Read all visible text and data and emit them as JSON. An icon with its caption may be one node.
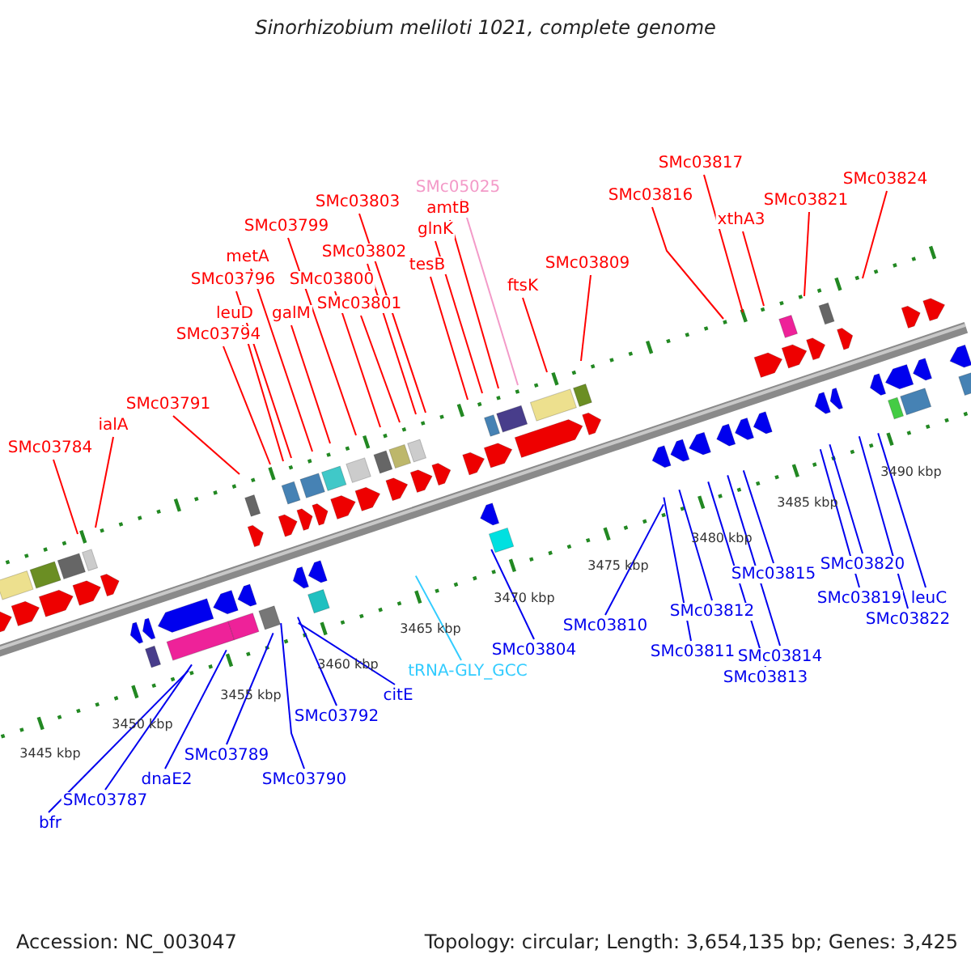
{
  "diagram": {
    "title": "Sinorhizobium meliloti 1021, complete genome",
    "nodes": [
      {
        "text": [
          "SMc03784"
        ]
      },
      {
        "text": [
          "ialA"
        ]
      },
      {
        "text": [
          "SMc03791"
        ]
      },
      {
        "text": [
          "SMc03794"
        ]
      },
      {
        "text": [
          "leuD"
        ]
      },
      {
        "text": [
          "SMc03796"
        ]
      },
      {
        "text": [
          "metA"
        ]
      },
      {
        "text": [
          "galM"
        ]
      },
      {
        "text": [
          "SMc03799"
        ]
      },
      {
        "text": [
          "SMc03800"
        ]
      },
      {
        "text": [
          "SMc03801"
        ]
      },
      {
        "text": [
          "SMc03802"
        ]
      },
      {
        "text": [
          "SMc03803"
        ]
      },
      {
        "text": [
          "tesB"
        ]
      },
      {
        "text": [
          "glnK"
        ]
      },
      {
        "text": [
          "amtB"
        ]
      },
      {
        "text": [
          "SMc05025"
        ]
      },
      {
        "text": [
          "ftsK"
        ]
      },
      {
        "text": [
          "SMc03809"
        ]
      },
      {
        "text": [
          "SMc03816"
        ]
      },
      {
        "text": [
          "SMc03817"
        ]
      },
      {
        "text": [
          "xthA3"
        ]
      },
      {
        "text": [
          "SMc03821"
        ]
      },
      {
        "text": [
          "SMc03824"
        ]
      },
      {
        "text": [
          "bfr"
        ]
      },
      {
        "text": [
          "SMc03787"
        ]
      },
      {
        "text": [
          "dnaE2"
        ]
      },
      {
        "text": [
          "SMc03789"
        ]
      },
      {
        "text": [
          "SMc03790"
        ]
      },
      {
        "text": [
          "SMc03792"
        ]
      },
      {
        "text": [
          "citE"
        ]
      },
      {
        "text": [
          "tRNA-GLY_GCC"
        ]
      },
      {
        "text": [
          "SMc03804"
        ]
      },
      {
        "text": [
          "SMc03810"
        ]
      },
      {
        "text": [
          "SMc03811"
        ]
      },
      {
        "text": [
          "SMc03812"
        ]
      },
      {
        "text": [
          "SMc03813"
        ]
      },
      {
        "text": [
          "SMc03814"
        ]
      },
      {
        "text": [
          "SMc03815"
        ]
      },
      {
        "text": [
          "SMc03820"
        ]
      },
      {
        "text": [
          "SMc03819"
        ]
      },
      {
        "text": [
          "leuC"
        ]
      },
      {
        "text": [
          "SMc03822"
        ]
      }
    ],
    "edges": [
      {
        "from": 0,
        "to": null,
        "arrow": "none"
      },
      {
        "from": 1,
        "to": null,
        "arrow": "none"
      },
      {
        "from": 2,
        "to": null,
        "arrow": "none"
      },
      {
        "from": 3,
        "to": null,
        "arrow": "none"
      },
      {
        "from": 4,
        "to": null,
        "arrow": "none"
      },
      {
        "from": 5,
        "to": null,
        "arrow": "none"
      },
      {
        "from": 6,
        "to": null,
        "arrow": "none"
      },
      {
        "from": 7,
        "to": null,
        "arrow": "none"
      },
      {
        "from": 8,
        "to": null,
        "arrow": "none"
      },
      {
        "from": 9,
        "to": null,
        "arrow": "none"
      },
      {
        "from": 10,
        "to": null,
        "arrow": "none"
      },
      {
        "from": 11,
        "to": null,
        "arrow": "none"
      },
      {
        "from": 12,
        "to": null,
        "arrow": "none"
      },
      {
        "from": 13,
        "to": null,
        "arrow": "none"
      },
      {
        "from": 14,
        "to": null,
        "arrow": "none"
      },
      {
        "from": 15,
        "to": null,
        "arrow": "none"
      },
      {
        "from": 16,
        "to": null,
        "arrow": "none",
        "color": "#f39ac8"
      },
      {
        "from": 17,
        "to": null,
        "arrow": "none"
      },
      {
        "from": 18,
        "to": null,
        "arrow": "none"
      },
      {
        "from": 19,
        "to": null,
        "arrow": "none"
      },
      {
        "from": 20,
        "to": null,
        "arrow": "none"
      },
      {
        "from": 21,
        "to": null,
        "arrow": "none"
      },
      {
        "from": 22,
        "to": null,
        "arrow": "none"
      },
      {
        "from": 23,
        "to": null,
        "arrow": "none"
      },
      {
        "from": 24,
        "to": null,
        "arrow": "none",
        "color": "#0000ee"
      },
      {
        "from": 25,
        "to": null,
        "arrow": "none",
        "color": "#0000ee"
      },
      {
        "from": 26,
        "to": null,
        "arrow": "none",
        "color": "#0000ee"
      },
      {
        "from": 27,
        "to": null,
        "arrow": "none",
        "color": "#0000ee"
      },
      {
        "from": 28,
        "to": null,
        "arrow": "none",
        "color": "#0000ee"
      },
      {
        "from": 29,
        "to": null,
        "arrow": "none",
        "color": "#0000ee"
      },
      {
        "from": 30,
        "to": null,
        "arrow": "none",
        "color": "#0000ee"
      },
      {
        "from": 31,
        "to": null,
        "arrow": "none",
        "color": "#33ccff"
      },
      {
        "from": 32,
        "to": null,
        "arrow": "none",
        "color": "#0000ee"
      },
      {
        "from": 33,
        "to": null,
        "arrow": "none",
        "color": "#0000ee"
      },
      {
        "from": 34,
        "to": null,
        "arrow": "none",
        "color": "#0000ee"
      },
      {
        "from": 35,
        "to": null,
        "arrow": "none",
        "color": "#0000ee"
      },
      {
        "from": 36,
        "to": null,
        "arrow": "none",
        "color": "#0000ee"
      },
      {
        "from": 37,
        "to": null,
        "arrow": "none",
        "color": "#0000ee"
      },
      {
        "from": 38,
        "to": null,
        "arrow": "none",
        "color": "#0000ee"
      },
      {
        "from": 39,
        "to": null,
        "arrow": "none",
        "color": "#0000ee"
      },
      {
        "from": 40,
        "to": null,
        "arrow": "none",
        "color": "#0000ee"
      },
      {
        "from": 41,
        "to": null,
        "arrow": "none",
        "color": "#0000ee"
      },
      {
        "from": 42,
        "to": null,
        "arrow": "none",
        "color": "#0000ee"
      }
    ],
    "labels": [
      "3445 kbp",
      "3450 kbp",
      "3455 kbp",
      "3460 kbp",
      "3465 kbp",
      "3470 kbp",
      "3475 kbp",
      "3480 kbp",
      "3485 kbp",
      "3490 kbp",
      "Accession: NC_003047",
      "Topology: circular; Length: 3,654,135 bp; Genes: 3,425"
    ]
  }
}
